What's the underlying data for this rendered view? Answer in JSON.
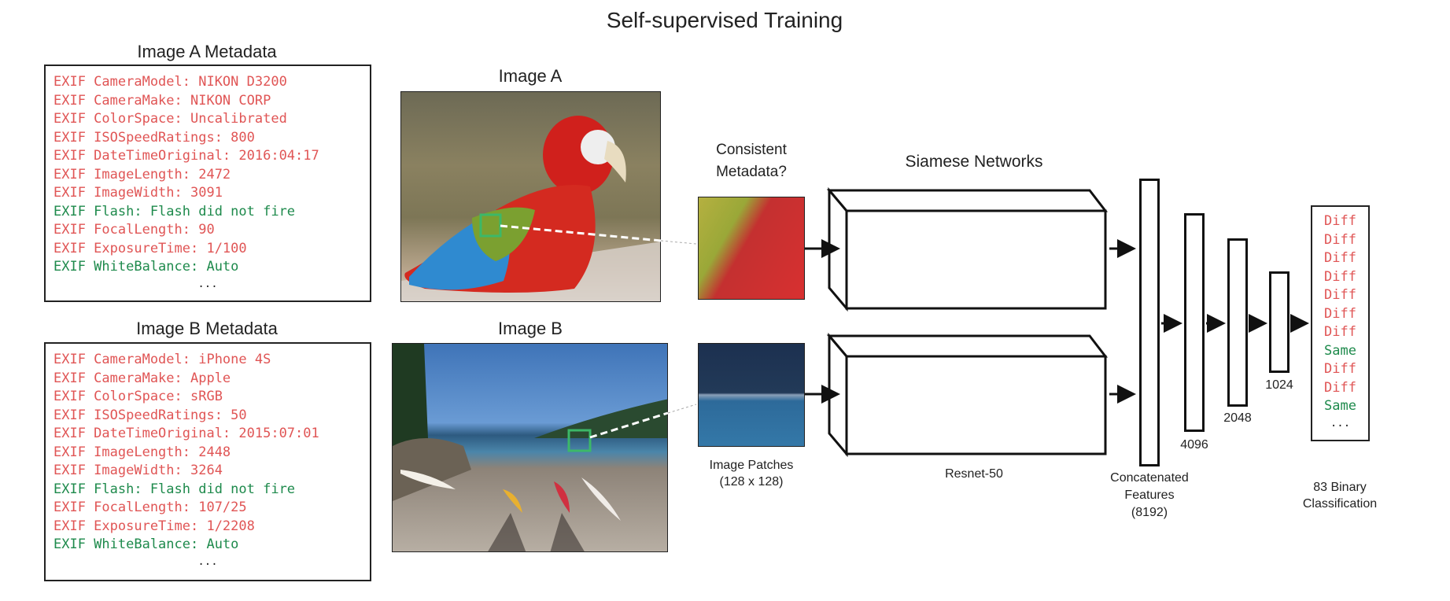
{
  "title": "Self-supervised Training",
  "image_a": {
    "metadata_title": "Image A Metadata",
    "image_label": "Image A",
    "metadata": [
      {
        "text": "EXIF CameraModel: NIKON D3200",
        "status": "diff"
      },
      {
        "text": "EXIF CameraMake: NIKON CORP",
        "status": "diff"
      },
      {
        "text": "EXIF ColorSpace: Uncalibrated",
        "status": "diff"
      },
      {
        "text": "EXIF ISOSpeedRatings: 800",
        "status": "diff"
      },
      {
        "text": "EXIF DateTimeOriginal: 2016:04:17",
        "status": "diff"
      },
      {
        "text": "EXIF ImageLength: 2472",
        "status": "diff"
      },
      {
        "text": "EXIF ImageWidth: 3091",
        "status": "diff"
      },
      {
        "text": "EXIF Flash: Flash did not fire",
        "status": "same"
      },
      {
        "text": "EXIF FocalLength: 90",
        "status": "diff"
      },
      {
        "text": "EXIF ExposureTime: 1/100",
        "status": "diff"
      },
      {
        "text": "EXIF WhiteBalance: Auto",
        "status": "same"
      }
    ],
    "ellipsis": "..."
  },
  "image_b": {
    "metadata_title": "Image B Metadata",
    "image_label": "Image B",
    "metadata": [
      {
        "text": "EXIF CameraModel: iPhone 4S",
        "status": "diff"
      },
      {
        "text": "EXIF CameraMake: Apple",
        "status": "diff"
      },
      {
        "text": "EXIF ColorSpace: sRGB",
        "status": "diff"
      },
      {
        "text": "EXIF ISOSpeedRatings: 50",
        "status": "diff"
      },
      {
        "text": "EXIF DateTimeOriginal: 2015:07:01",
        "status": "diff"
      },
      {
        "text": "EXIF ImageLength: 2448",
        "status": "diff"
      },
      {
        "text": "EXIF ImageWidth: 3264",
        "status": "diff"
      },
      {
        "text": "EXIF Flash: Flash did not fire",
        "status": "same"
      },
      {
        "text": "EXIF FocalLength: 107/25",
        "status": "diff"
      },
      {
        "text": "EXIF ExposureTime: 1/2208",
        "status": "diff"
      },
      {
        "text": "EXIF WhiteBalance: Auto",
        "status": "same"
      }
    ],
    "ellipsis": "..."
  },
  "patches": {
    "question_line1": "Consistent",
    "question_line2": "Metadata?",
    "label_line1": "Image Patches",
    "label_line2": "(128 x 128)"
  },
  "network": {
    "title": "Siamese Networks",
    "backbone": "Resnet-50"
  },
  "concat": {
    "line1": "Concatenated",
    "line2": "Features",
    "line3": "(8192)"
  },
  "fc_layers": [
    "4096",
    "2048",
    "1024"
  ],
  "output": {
    "values": [
      "Diff",
      "Diff",
      "Diff",
      "Diff",
      "Diff",
      "Diff",
      "Diff",
      "Same",
      "Diff",
      "Diff",
      "Same"
    ],
    "ellipsis": "...",
    "label_line1": "83 Binary",
    "label_line2": "Classification"
  },
  "colors": {
    "diff": "#e05555",
    "same": "#1e8a4c",
    "patch_box": "#3cb868"
  }
}
